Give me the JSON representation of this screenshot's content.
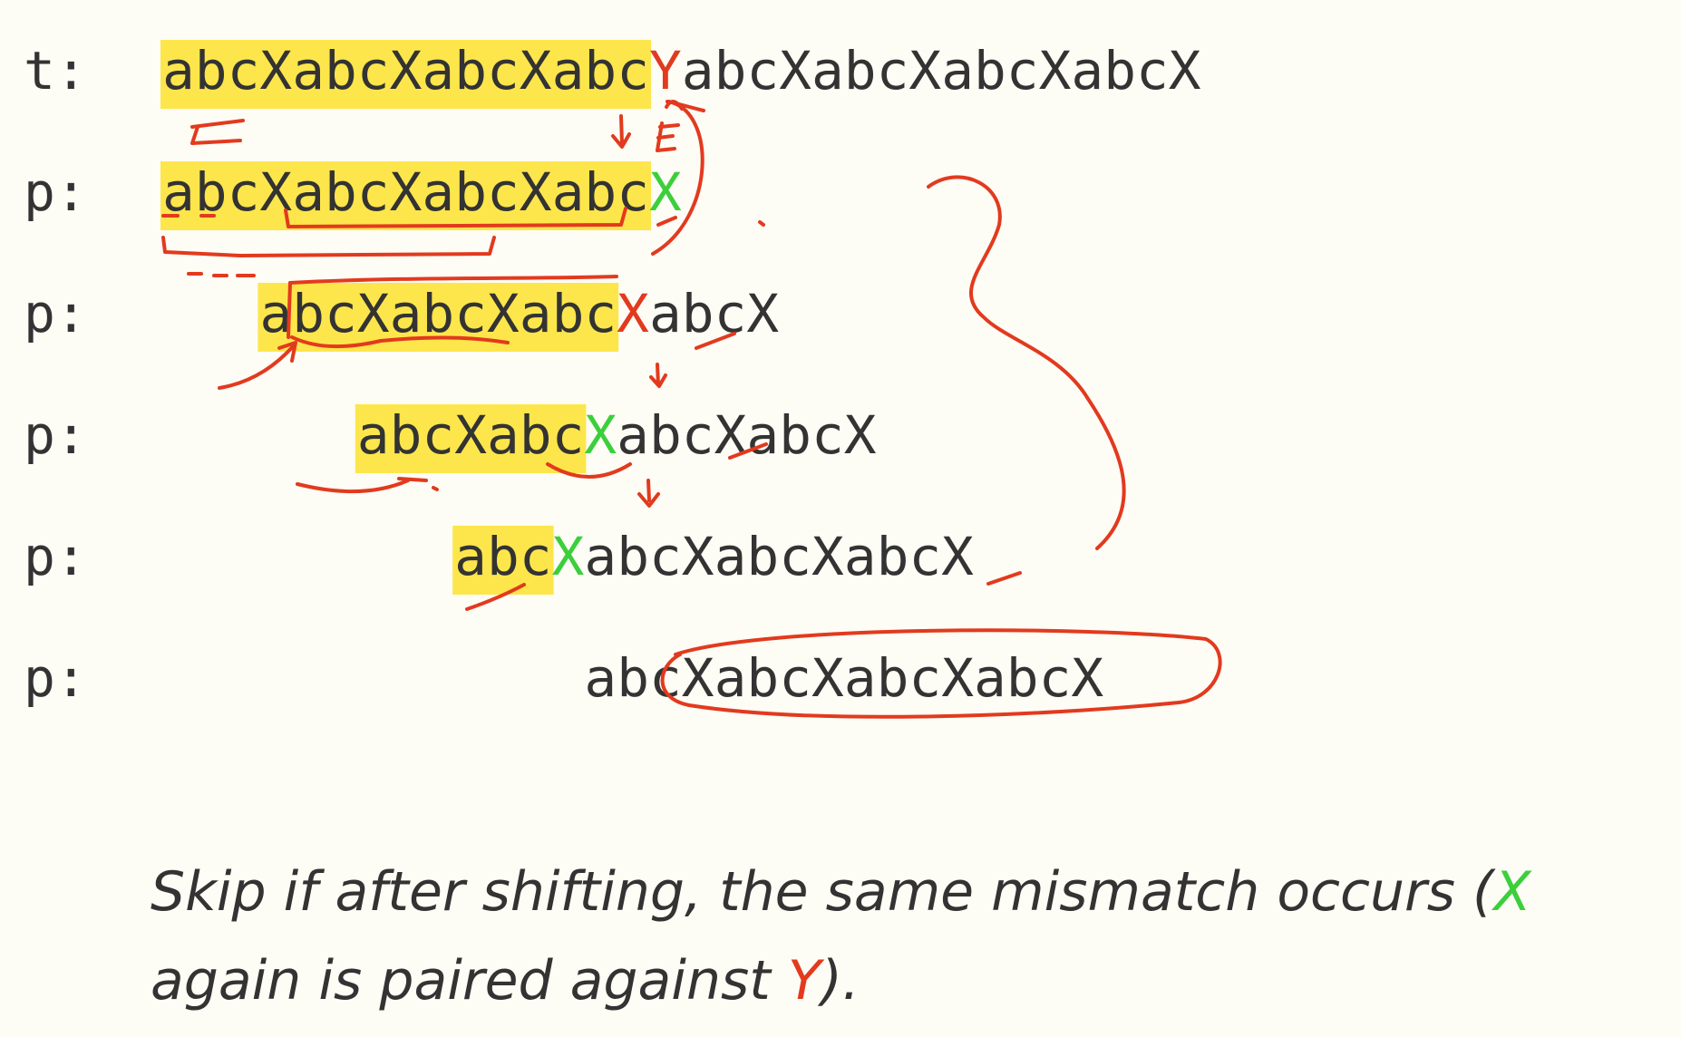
{
  "rows": [
    {
      "label": "t:",
      "segments": [
        {
          "text": "abcXabcXabcXabc",
          "color": "#333333",
          "highlight": true
        },
        {
          "text": "Y",
          "color": "#e23a1e",
          "highlight": false
        },
        {
          "text": "abcXabcXabcXabcX",
          "color": "#333333",
          "highlight": false
        }
      ]
    },
    {
      "label": "p:",
      "segments": [
        {
          "text": "abcXabcXabcXabc",
          "color": "#333333",
          "highlight": true
        },
        {
          "text": "X",
          "color": "#3ccf3c",
          "highlight": false
        }
      ]
    },
    {
      "label": "p:",
      "segments": [
        {
          "text": "abcXabcXabc",
          "color": "#333333",
          "highlight": true
        },
        {
          "text": "X",
          "color": "#e23a1e",
          "highlight": false
        },
        {
          "text": "abcX",
          "color": "#333333",
          "highlight": false
        }
      ]
    },
    {
      "label": "p:",
      "segments": [
        {
          "text": "abcXabc",
          "color": "#333333",
          "highlight": true
        },
        {
          "text": "X",
          "color": "#3ccf3c",
          "highlight": false
        },
        {
          "text": "abcXabcX",
          "color": "#333333",
          "highlight": false
        }
      ]
    },
    {
      "label": "p:",
      "segments": [
        {
          "text": "abc",
          "color": "#333333",
          "highlight": true
        },
        {
          "text": "X",
          "color": "#3ccf3c",
          "highlight": false
        },
        {
          "text": "abcXabcXabcX",
          "color": "#333333",
          "highlight": false
        }
      ]
    },
    {
      "label": "p:",
      "segments": [
        {
          "text": "abcXabcXabcXabcX",
          "color": "#333333",
          "highlight": false
        }
      ]
    }
  ],
  "caption": {
    "part1": "Skip if after shifting, the same mismatch occurs (",
    "green_x": "X",
    "part2": " again is paired against ",
    "red_y": "Y",
    "part3": ")."
  },
  "colors": {
    "highlight": "#fde64b",
    "mismatch": "#e23a1e",
    "match": "#3ccf3c",
    "ink": "#e23a1e"
  }
}
